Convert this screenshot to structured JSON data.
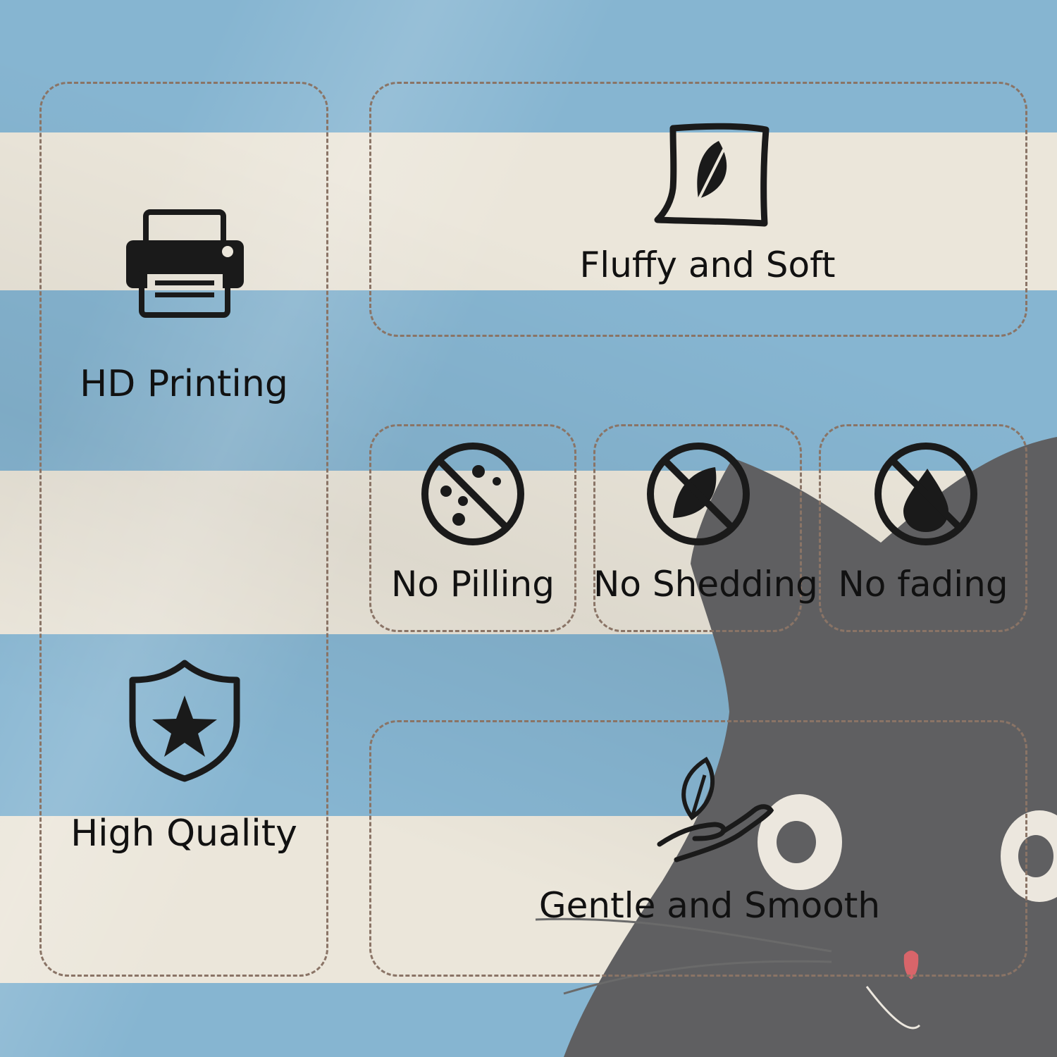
{
  "features": {
    "hd_printing": {
      "label": "HD Printing",
      "icon": "printer-icon"
    },
    "high_quality": {
      "label": "High Quality",
      "icon": "shield-star-icon"
    },
    "fluffy_soft": {
      "label": "Fluffy and Soft",
      "icon": "leaf-card-icon"
    },
    "no_pilling": {
      "label": "No Pilling",
      "icon": "no-pilling-icon"
    },
    "no_shedding": {
      "label": "No Shedding",
      "icon": "no-shedding-icon"
    },
    "no_fading": {
      "label": "No fading",
      "icon": "no-fading-icon"
    },
    "gentle_smooth": {
      "label": "Gentle and Smooth",
      "icon": "hand-leaf-icon"
    }
  },
  "colors": {
    "stripe_blue": "#86b5d1",
    "stripe_cream": "#ebe6da",
    "border_brown": "#8a7466",
    "cat_gray": "#5f5f61",
    "icon_black": "#1a1a1a"
  }
}
